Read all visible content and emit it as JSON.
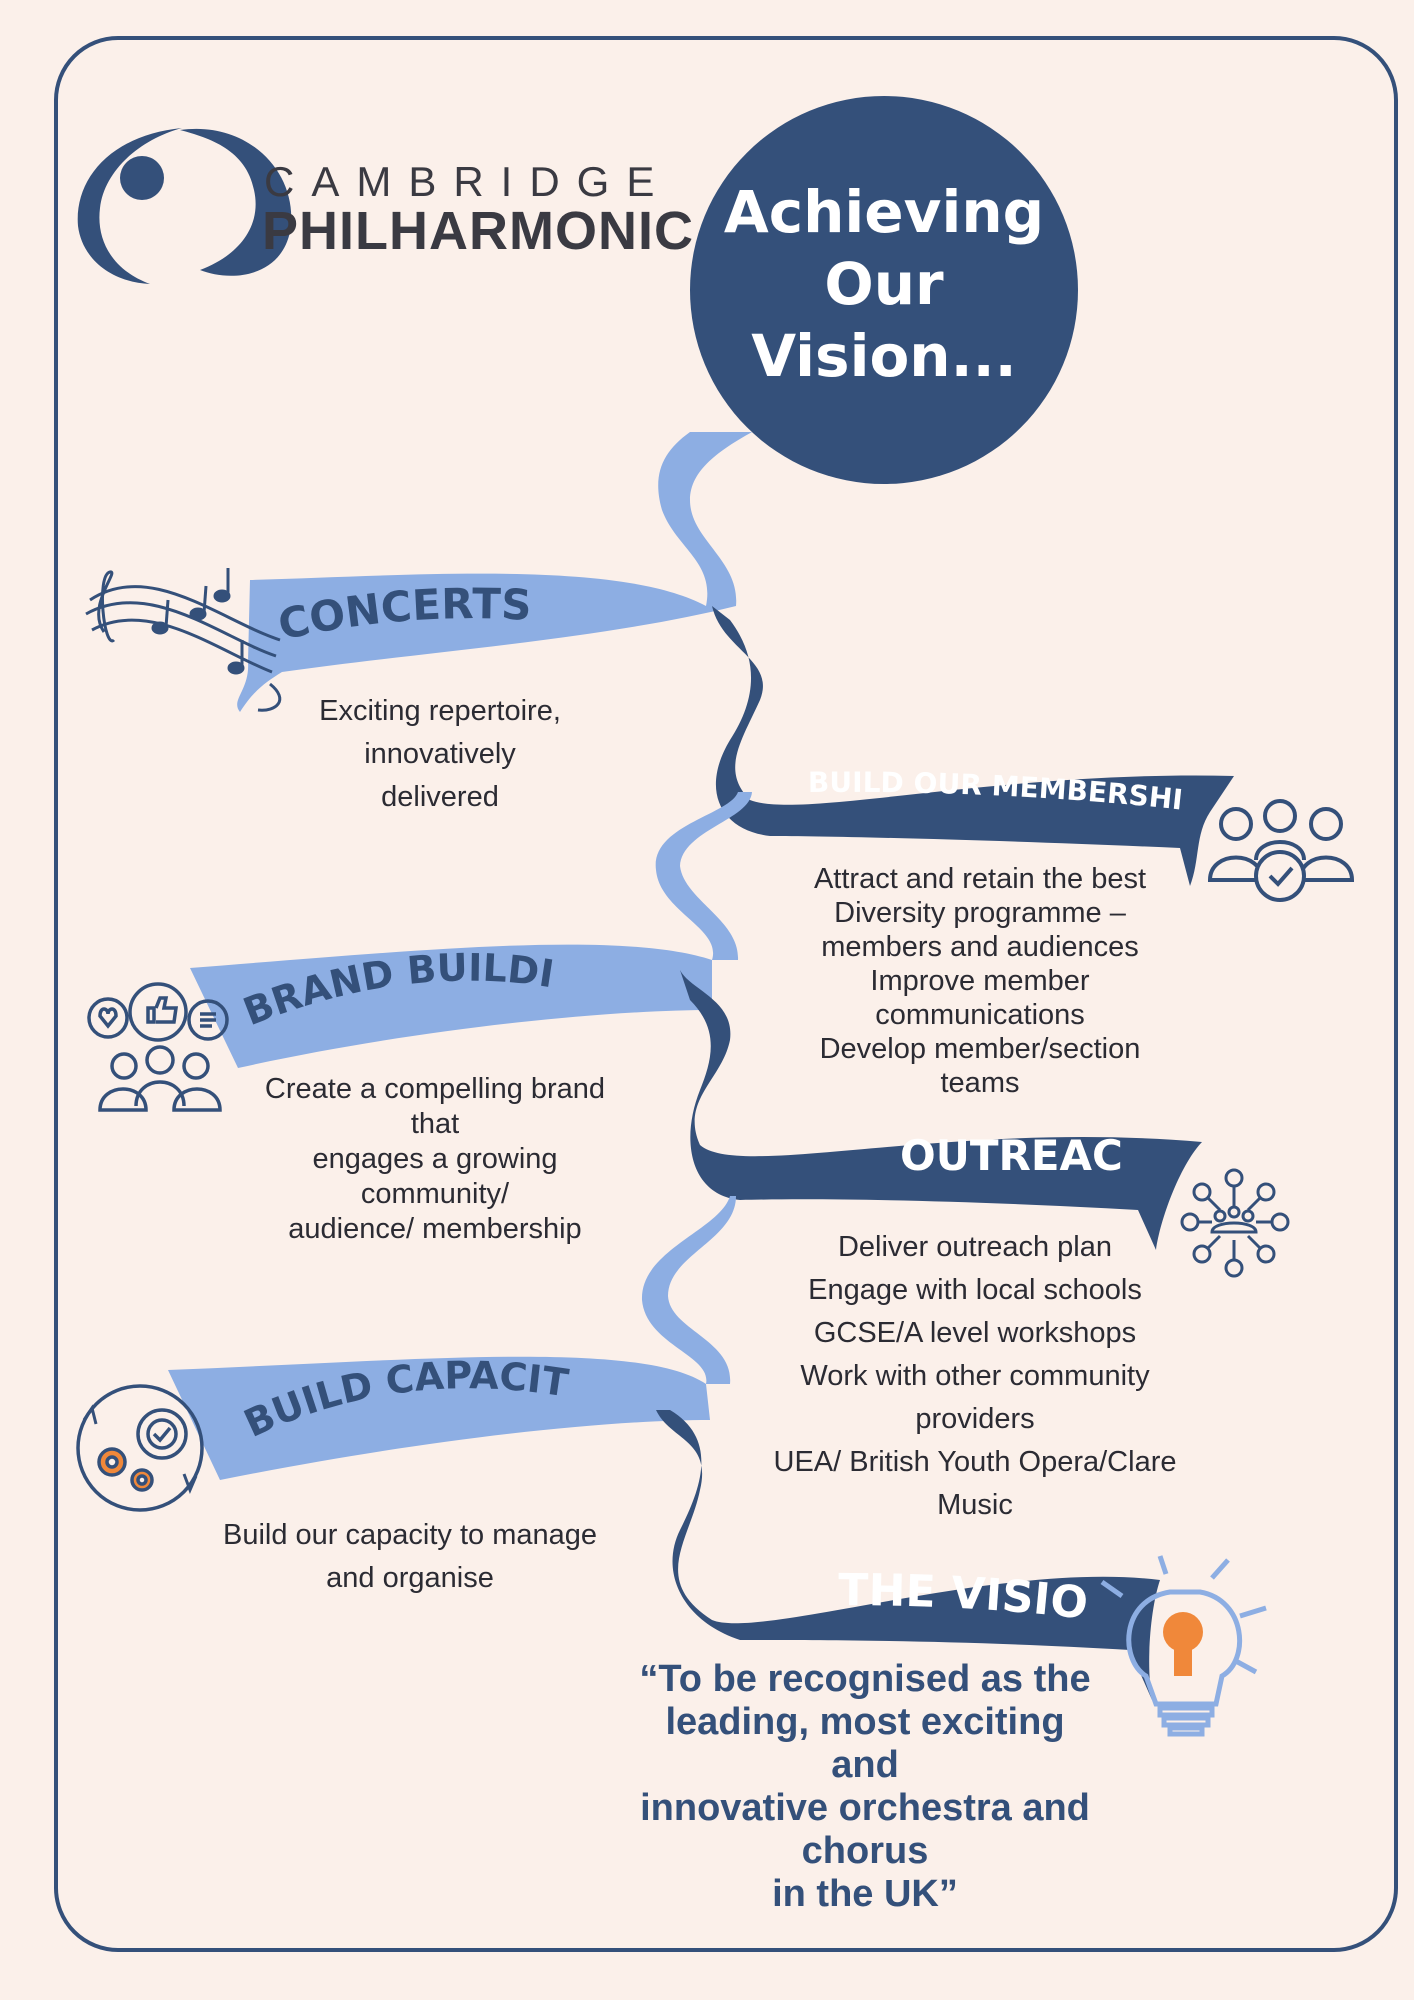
{
  "logo": {
    "line1": "CAMBRIDGE",
    "line2": "PHILHARMONIC"
  },
  "title": {
    "line1": "Achieving",
    "line2": "Our",
    "line3": "Vision..."
  },
  "sections": {
    "concerts": {
      "label": "CONCERTS",
      "lines": [
        "Exciting repertoire,",
        "innovatively",
        "delivered"
      ],
      "icon": "music-notes-icon"
    },
    "membership": {
      "label": "BUILD OUR MEMBERSHIP",
      "lines": [
        "Attract and retain the best",
        "Diversity programme –",
        "members and audiences",
        "Improve member",
        "communications",
        "Develop member/section",
        "teams"
      ],
      "icon": "people-check-icon"
    },
    "brand": {
      "label": "BRAND BUILDING",
      "lines": [
        "Create a compelling brand",
        "that",
        "engages a growing",
        "community/",
        "audience/ membership"
      ],
      "icon": "social-feedback-icon"
    },
    "outreach": {
      "label": "OUTREACH",
      "lines": [
        "Deliver outreach plan",
        "Engage with local schools",
        "GCSE/A level workshops",
        "Work with other community",
        "providers",
        "UEA/ British Youth Opera/Clare",
        "Music"
      ],
      "icon": "network-people-icon"
    },
    "capacity": {
      "label": "BUILD CAPACITY",
      "lines": [
        "Build our capacity to manage",
        "and organise"
      ],
      "icon": "gears-icon"
    },
    "vision": {
      "label": "THE VISION",
      "lines": [
        "“To be recognised as the",
        "leading, most exciting",
        "and",
        "innovative orchestra and",
        "chorus",
        "in the UK”"
      ],
      "icon": "lightbulb-icon"
    }
  },
  "colors": {
    "navy": "#34507a",
    "light_blue": "#8daee3",
    "background": "#fbf0ea",
    "orange": "#f0883a"
  }
}
